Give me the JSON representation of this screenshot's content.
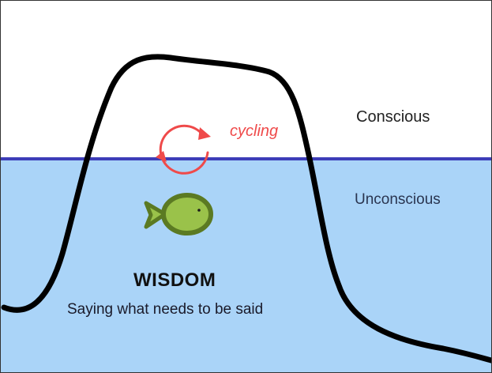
{
  "labels": {
    "conscious": "Conscious",
    "unconscious": "Unconscious",
    "cycling": "cycling",
    "wisdom": "WISDOM",
    "subtitle": "Saying what needs to be said"
  },
  "colors": {
    "water": "#aad4f8",
    "waterline": "#3d3db8",
    "curve": "#000000",
    "cycling": "#ef4a4a",
    "fish_body": "#9ac24a",
    "fish_outline": "#5b7a23"
  },
  "icons": {
    "cycle": "circular-arrow-icon",
    "fish": "fish-icon"
  }
}
